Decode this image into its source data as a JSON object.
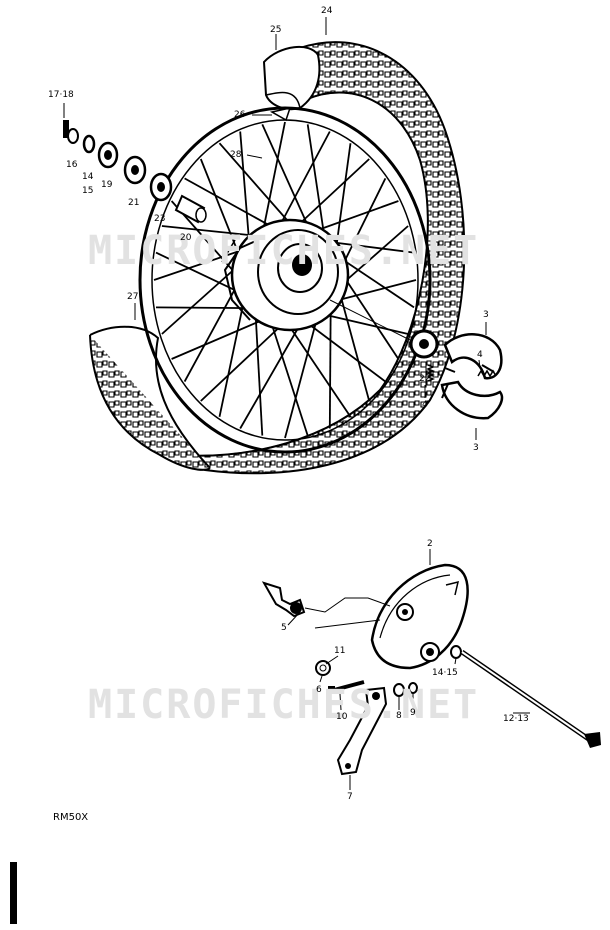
{
  "watermark": "MICROFICHES.NET",
  "model": "RM50X",
  "callouts": {
    "p24": "24",
    "p25": "25",
    "p26": "26",
    "p28": "28",
    "p17_18": "17·18",
    "p16": "16",
    "p14": "14",
    "p15": "15",
    "p19": "19",
    "p21": "21",
    "p23": "23",
    "p20": "20",
    "p27": "27",
    "p3a": "3",
    "p4a": "4",
    "p22": "22",
    "p4b": "4",
    "p3b": "3",
    "p2": "2",
    "p5": "5",
    "p11": "11",
    "p14_15": "14·15",
    "p6": "6",
    "p10": "10",
    "p8": "8",
    "p9": "9",
    "p12_13": "12·13",
    "p7": "7"
  }
}
